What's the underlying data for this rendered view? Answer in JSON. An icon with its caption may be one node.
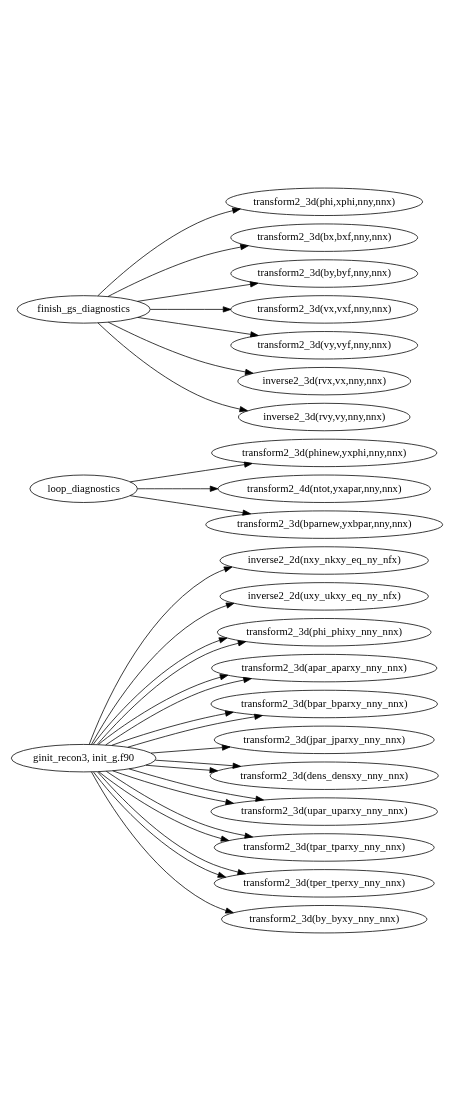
{
  "diagram": {
    "nodes": [
      {
        "text": [
          "ginit_recon3, init_g.f90"
        ]
      },
      {
        "text": [
          "inverse2_2d(nxy_nkxy_eq_ny_nfx)"
        ]
      },
      {
        "text": [
          "inverse2_2d(uxy_ukxy_eq_ny_nfx)"
        ]
      },
      {
        "text": [
          "transform2_3d(phi_phixy_nny_nnx)"
        ]
      },
      {
        "text": [
          "transform2_3d(apar_aparxy_nny_nnx)"
        ]
      },
      {
        "text": [
          "transform2_3d(bpar_bparxy_nny_nnx)"
        ]
      },
      {
        "text": [
          "transform2_3d(jpar_jparxy_nny_nnx)"
        ]
      },
      {
        "text": [
          "transform2_3d(dens_densxy_nny_nnx)"
        ]
      },
      {
        "text": [
          "transform2_3d(upar_uparxy_nny_nnx)"
        ]
      },
      {
        "text": [
          "transform2_3d(tpar_tparxy_nny_nnx)"
        ]
      },
      {
        "text": [
          "transform2_3d(tper_tperxy_nny_nnx)"
        ]
      },
      {
        "text": [
          "transform2_3d(by_byxy_nny_nnx)"
        ]
      },
      {
        "text": [
          "loop_diagnostics"
        ]
      },
      {
        "text": [
          "transform2_3d(phinew,yxphi,nny,nnx)"
        ]
      },
      {
        "text": [
          "transform2_4d(ntot,yxapar,nny,nnx)"
        ]
      },
      {
        "text": [
          "transform2_3d(bparnew,yxbpar,nny,nnx)"
        ]
      },
      {
        "text": [
          "finish_gs_diagnostics"
        ]
      },
      {
        "text": [
          "transform2_3d(phi,xphi,nny,nnx)"
        ]
      },
      {
        "text": [
          "transform2_3d(bx,bxf,nny,nnx)"
        ]
      },
      {
        "text": [
          "transform2_3d(by,byf,nny,nnx)"
        ]
      },
      {
        "text": [
          "transform2_3d(vx,vxf,nny,nnx)"
        ]
      },
      {
        "text": [
          "transform2_3d(vy,vyf,nny,nnx)"
        ]
      },
      {
        "text": [
          "inverse2_3d(rvx,vx,nny,nnx)"
        ]
      },
      {
        "text": [
          "inverse2_3d(rvy,vy,nny,nnx)"
        ]
      }
    ],
    "edges": [
      {
        "from": 0,
        "to": 1,
        "arrow": "to"
      },
      {
        "from": 0,
        "to": 2,
        "arrow": "to"
      },
      {
        "from": 0,
        "to": 3,
        "arrow": "to"
      },
      {
        "from": 0,
        "to": 3,
        "arrow": "to"
      },
      {
        "from": 0,
        "to": 4,
        "arrow": "to"
      },
      {
        "from": 0,
        "to": 4,
        "arrow": "to"
      },
      {
        "from": 0,
        "to": 5,
        "arrow": "to"
      },
      {
        "from": 0,
        "to": 5,
        "arrow": "to"
      },
      {
        "from": 0,
        "to": 6,
        "arrow": "to"
      },
      {
        "from": 0,
        "to": 7,
        "arrow": "to"
      },
      {
        "from": 0,
        "to": 7,
        "arrow": "to"
      },
      {
        "from": 0,
        "to": 8,
        "arrow": "to"
      },
      {
        "from": 0,
        "to": 8,
        "arrow": "to"
      },
      {
        "from": 0,
        "to": 9,
        "arrow": "to"
      },
      {
        "from": 0,
        "to": 9,
        "arrow": "to"
      },
      {
        "from": 0,
        "to": 10,
        "arrow": "to"
      },
      {
        "from": 0,
        "to": 10,
        "arrow": "to"
      },
      {
        "from": 0,
        "to": 11,
        "arrow": "to"
      },
      {
        "from": 12,
        "to": 13,
        "arrow": "to"
      },
      {
        "from": 12,
        "to": 14,
        "arrow": "to"
      },
      {
        "from": 12,
        "to": 15,
        "arrow": "to"
      },
      {
        "from": 16,
        "to": 17,
        "arrow": "to"
      },
      {
        "from": 16,
        "to": 18,
        "arrow": "to"
      },
      {
        "from": 16,
        "to": 19,
        "arrow": "to"
      },
      {
        "from": 16,
        "to": 20,
        "arrow": "to"
      },
      {
        "from": 16,
        "to": 21,
        "arrow": "to"
      },
      {
        "from": 16,
        "to": 22,
        "arrow": "to"
      },
      {
        "from": 16,
        "to": 23,
        "arrow": "to"
      }
    ]
  }
}
